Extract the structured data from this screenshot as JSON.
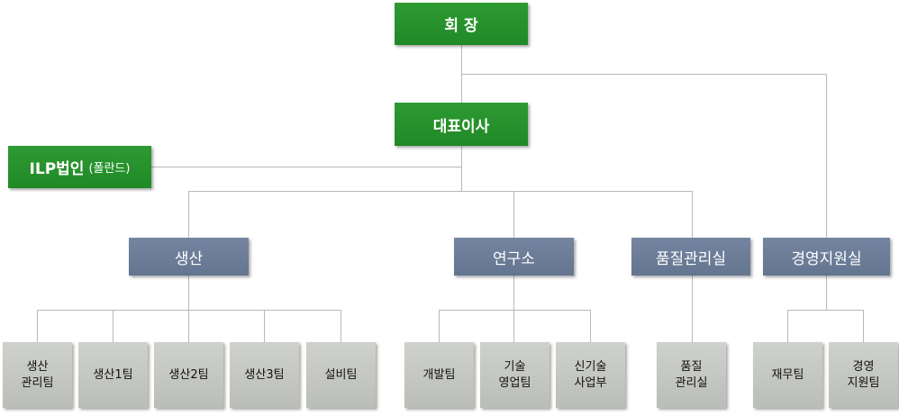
{
  "org": {
    "chairman": "회 장",
    "ceo": "대표이사",
    "ilp": {
      "name": "ILP법인",
      "note": "(폴란드)"
    },
    "divisions": {
      "production": "생산",
      "research": "연구소",
      "quality": "품질관리실",
      "management": "경영지원실"
    },
    "teams": {
      "production": [
        "생산\n관리팀",
        "생산1팀",
        "생산2팀",
        "생산3팀",
        "설비팀"
      ],
      "research": [
        "개발팀",
        "기술\n영업팀",
        "신기술\n사업부"
      ],
      "quality": [
        "품질\n관리실"
      ],
      "management": [
        "재무팀",
        "경영\n지원팀"
      ]
    }
  },
  "colors": {
    "top": "#229028",
    "division": "#6b7b95",
    "team": "#c4c6c1",
    "line": "#b8b8b8"
  }
}
